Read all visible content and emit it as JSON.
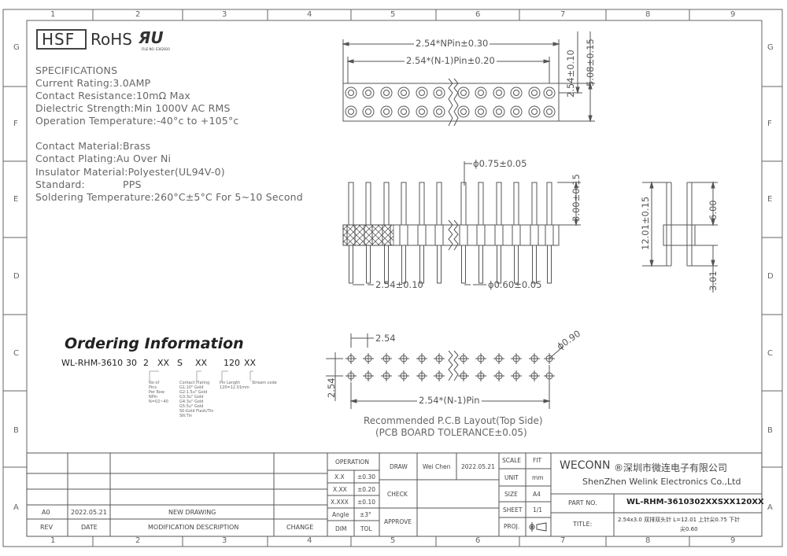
{
  "border": {
    "columns": [
      "1",
      "2",
      "3",
      "4",
      "5",
      "6",
      "7",
      "8",
      "9"
    ],
    "rows": [
      "G",
      "F",
      "E",
      "D",
      "C",
      "B",
      "A"
    ]
  },
  "logos": {
    "hsf": "HSF",
    "rohs": "RoHS",
    "ul_file": "FILE NO. E362810"
  },
  "specifications": {
    "heading": "SPECIFICATIONS",
    "current_rating": "Current  Rating:3.0AMP",
    "contact_resistance": "Contact  Resistance:10mΩ  Max",
    "dielectric": "Dielectric  Strength:Min  1000V  AC  RMS",
    "operation_temp": "Operation  Temperature:-40°c  to  +105°c",
    "contact_material": "Contact  Material:Brass",
    "contact_plating": "Contact  Plating:Au  Over  Ni",
    "insulator": "Insulator  Material:Polyester(UL94V-0)",
    "standard_label": "Standard:",
    "standard_value": "PPS",
    "soldering": "Soldering  Temperature:260°C±5°C  For  5~10  Second"
  },
  "ordering": {
    "title": "Ordering Information",
    "code": {
      "prefix": "WL-RHM-3610",
      "pins": "30",
      "rows": "2",
      "plating": "XX",
      "s": "S",
      "stream": "XX",
      "length": "120",
      "stream2": "XX"
    },
    "notes": {
      "pins": "No of\nPins\nPer Row\nNPin\nN=02~40",
      "plating": "Contact Plating\nG1:10\" Gold\nG2:1.5u\" Gold\nG3:3u\" Gold\nG4:3u\" Gold\nG5:5u\" Gold\nS0:Gold Flash/Tin\nSN:Tin",
      "length": "Pin Length\n120=12.01mm",
      "stream": "Stream code"
    }
  },
  "dimensions": {
    "overall_length": "2.54*NPin±0.30",
    "pitch_length": "2.54*(N-1)Pin±0.20",
    "row_pitch": "2.54±0.10",
    "width": "5.08±0.15",
    "pin_dia_top": "ϕ0.75±0.05",
    "upper_pin": "3.00±0.15",
    "pitch_front": "2.54±0.10",
    "pin_dia_bottom": "ϕ0.60±0.05",
    "total_height": "12.01±0.15",
    "upper_side": "6.00",
    "lower_side": "3.01",
    "pcb_pitch_x": "2.54",
    "pcb_pitch_y": "2.54",
    "pcb_hole": "ϕ0.90",
    "pcb_length": "2.54*(N-1)Pin",
    "pcb_caption_1": "Recommended  P.C.B  Layout(Top  Side)",
    "pcb_caption_2": "(PCB  BOARD  TOLERANCE±0.05)"
  },
  "title_block": {
    "rev_header": "REV",
    "date_header": "DATE",
    "modification_header": "MODIFICATION  DESCRIPTION",
    "change_header": "CHANGE",
    "rev_value": "A0",
    "date_value": "2022.05.21",
    "modification_value": "NEW  DRAWING",
    "operation": "OPERATION",
    "tol_rows": [
      {
        "k": "X.X",
        "v": "±0.30"
      },
      {
        "k": "X.XX",
        "v": "±0.20"
      },
      {
        "k": "X.XXX",
        "v": "±0.10"
      },
      {
        "k": "Angle",
        "v": "±3°"
      }
    ],
    "dim": "DIM",
    "tol": "TOL",
    "draw": "DRAW",
    "drawer": "Wei  Chen",
    "draw_date": "2022.05.21",
    "check": "CHECK",
    "approve": "APPROVE",
    "scale": "SCALE",
    "fit": "FIT",
    "unit": "UNIT",
    "unit_value": "mm",
    "size": "SIZE",
    "size_value": "A4",
    "sheet": "SHEET",
    "sheet_value": "1/1",
    "proj": "PROJ.",
    "company_brand": "WECONN",
    "company_cn": "®深圳市微连电子有限公司",
    "company_en": "ShenZhen  Welink  Electronics  Co.,Ltd",
    "part_no_label": "PART  NO.",
    "part_no": "WL-RHM-3610302XXSXX120XX",
    "title_label": "TITLE:",
    "title_line1": "2.54x3.0  双排双头针  L=12.01  上针尖0.75  下针",
    "title_line2": "尖0.60"
  },
  "colors": {
    "line": "#555555",
    "text": "#555555",
    "hatch": "#444444"
  }
}
